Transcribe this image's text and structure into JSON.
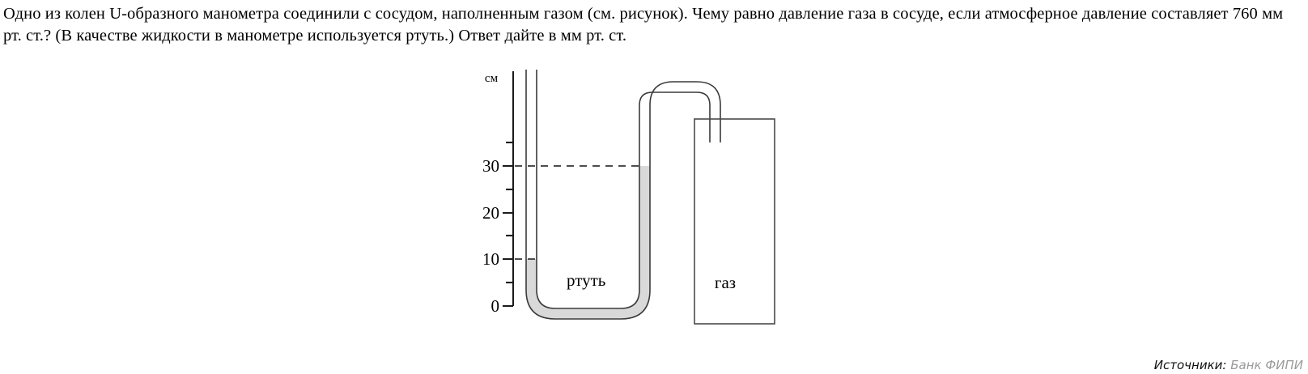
{
  "problem": {
    "text": "Одно из колен U-образного манометра соединили с сосудом, наполненным газом (см. рисунок). Чему равно давление газа в сосуде, если атмосферное давление составляет 760 мм рт. ст.? (В качестве жидкости в манометре используется ртуть.) Ответ дайте в мм рт. ст."
  },
  "figure": {
    "scale": {
      "unit_label": "см",
      "tick_labels": [
        "30",
        "20",
        "10",
        "0"
      ],
      "major_ticks": [
        0,
        10,
        20,
        30
      ],
      "minor_ticks": [
        5,
        15,
        25,
        35
      ],
      "axis_min": 0,
      "axis_max": 37
    },
    "labels": {
      "mercury": "ртуть",
      "gas": "газ"
    },
    "levels": {
      "left_column_cm": 10,
      "right_column_cm": 30,
      "difference_cm": 20
    },
    "colors": {
      "mercury_fill": "#d9d9d9",
      "outline": "#3a3a3a",
      "dashed": "#4d4d4d"
    }
  },
  "source": {
    "label": "Источники:",
    "value": "Банк ФИПИ"
  }
}
